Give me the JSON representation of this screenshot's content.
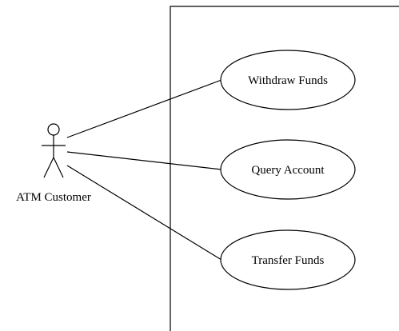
{
  "actor": {
    "name": "ATM Customer",
    "icon": "stick-figure-icon"
  },
  "use_cases": [
    {
      "label": "Withdraw Funds"
    },
    {
      "label": "Query Account"
    },
    {
      "label": "Transfer Funds"
    }
  ],
  "colors": {
    "line": "#000000",
    "background": "#ffffff"
  }
}
